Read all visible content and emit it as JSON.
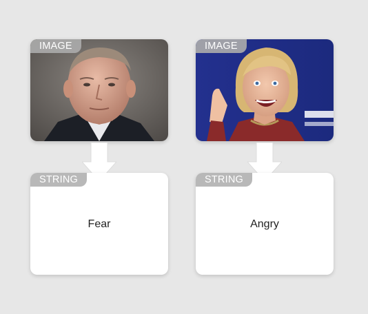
{
  "colors": {
    "background": "#e7e7e7",
    "card": "#ffffff",
    "tag": "#b8b8b8",
    "arrow": "#ffffff"
  },
  "pairs": [
    {
      "image_tag": "IMAGE",
      "image_subject": "portrait of a man in a dark suit against a grey background",
      "string_tag": "STRING",
      "string_value": "Fear"
    },
    {
      "image_tag": "IMAGE",
      "image_subject": "photo of a smiling woman gesturing in front of a blue banner",
      "string_tag": "STRING",
      "string_value": "Angry"
    }
  ]
}
